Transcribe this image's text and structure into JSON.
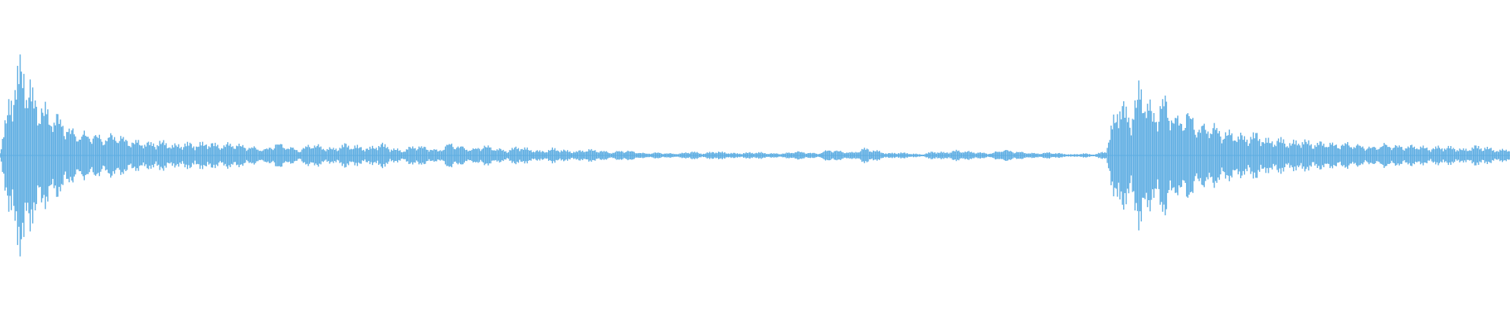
{
  "waveform": {
    "color": "#5dade2",
    "background": "#ffffff",
    "envelope": [
      0.04,
      0.66,
      0.93,
      0.55,
      0.46,
      0.38,
      0.27,
      0.21,
      0.22,
      0.17,
      0.22,
      0.15,
      0.14,
      0.12,
      0.14,
      0.1,
      0.12,
      0.11,
      0.13,
      0.1,
      0.12,
      0.1,
      0.08,
      0.06,
      0.12,
      0.09,
      0.05,
      0.12,
      0.08,
      0.07,
      0.11,
      0.09,
      0.07,
      0.12,
      0.07,
      0.05,
      0.1,
      0.08,
      0.05,
      0.12,
      0.09,
      0.06,
      0.1,
      0.07,
      0.05,
      0.09,
      0.06,
      0.04,
      0.07,
      0.05,
      0.04,
      0.06,
      0.05,
      0.03,
      0.05,
      0.04,
      0.02,
      0.03,
      0.02,
      0.02,
      0.04,
      0.02,
      0.04,
      0.03,
      0.02,
      0.03,
      0.03,
      0.02,
      0.02,
      0.04,
      0.03,
      0.02,
      0.06,
      0.04,
      0.03,
      0.07,
      0.05,
      0.02,
      0.03,
      0.02,
      0.01,
      0.04,
      0.03,
      0.05,
      0.04,
      0.03,
      0.02,
      0.06,
      0.04,
      0.03,
      0.02,
      0.03,
      0.02,
      0.01,
      0.02,
      0.01,
      0.05,
      0.57,
      0.38,
      0.72,
      0.41,
      0.58,
      0.36,
      0.43,
      0.29,
      0.31,
      0.24,
      0.22,
      0.19,
      0.21,
      0.15,
      0.16,
      0.13,
      0.15,
      0.12,
      0.13,
      0.11,
      0.12,
      0.1,
      0.08,
      0.11,
      0.1,
      0.09,
      0.1,
      0.07,
      0.09,
      0.08,
      0.06,
      0.09,
      0.08,
      0.05,
      0.07
    ]
  }
}
